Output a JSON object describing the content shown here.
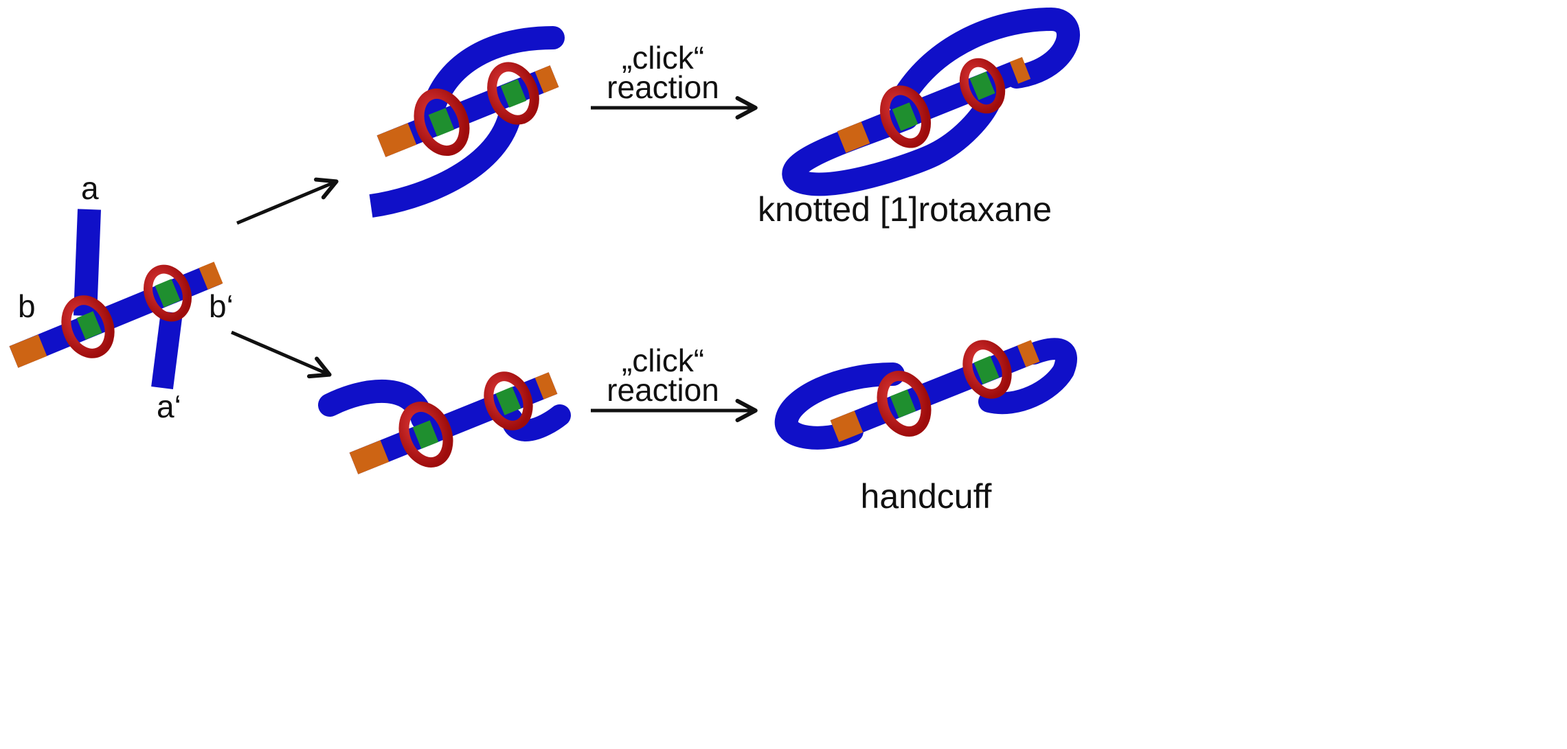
{
  "colors": {
    "axle": "#1010c8",
    "ring": "#c41414",
    "station": "#1f8f2f",
    "stopper": "#cd6414",
    "arrow": "#111111"
  },
  "labels": {
    "a": "a",
    "a_prime": "a‘",
    "b": "b",
    "b_prime": "b‘"
  },
  "top": {
    "reaction_line1": "„click“",
    "reaction_line2": "reaction",
    "product": "knotted [1]rotaxane"
  },
  "bottom": {
    "reaction_line1": "„click“",
    "reaction_line2": "reaction",
    "product": "handcuff"
  }
}
